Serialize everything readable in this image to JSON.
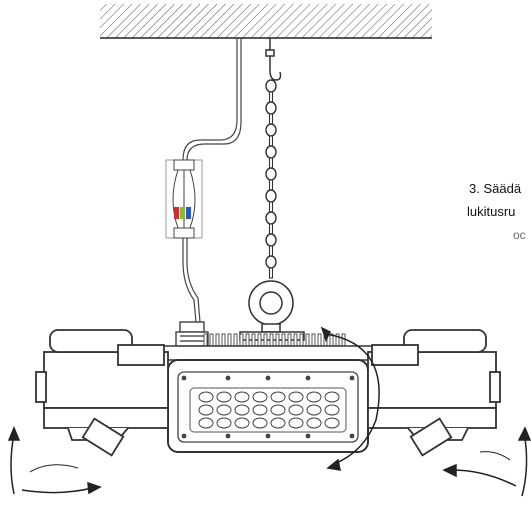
{
  "caption": {
    "line1": "3. Säädä",
    "line2": "lukitusru",
    "line3": "oc"
  },
  "wire_colors": [
    "#d12c2c",
    "#86b93a",
    "#2a56c8"
  ],
  "icons": [
    "hanging-chain-icon",
    "eyebolt-icon",
    "floodlight-icon",
    "rotation-arrow-icon"
  ]
}
